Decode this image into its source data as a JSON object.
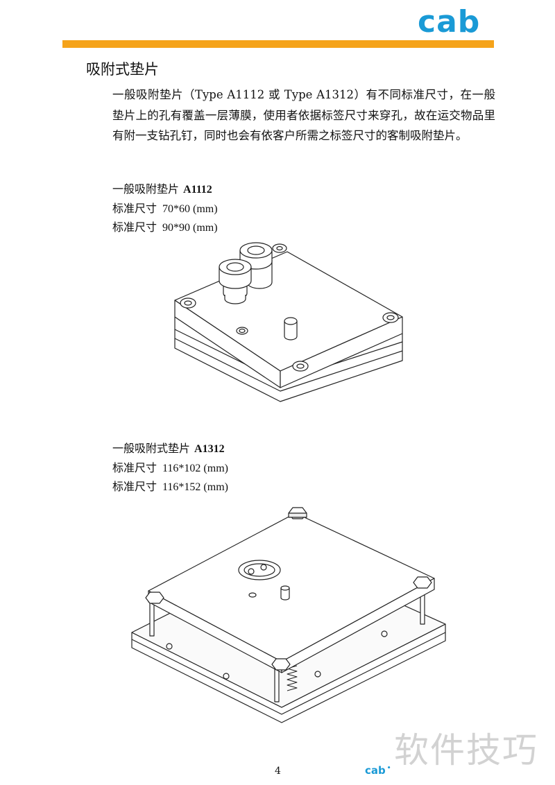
{
  "header": {
    "logo_text": "cab",
    "logo_color": "#1a9ad6",
    "rule_color": "#f5a31a"
  },
  "section": {
    "title": "吸附式垫片",
    "intro": "一般吸附垫片（Type A1112 或 Type A1312）有不同标准尺寸，在一般垫片上的孔有覆盖一层薄膜，使用者依据标签尺寸来穿孔，故在运交物品里有附一支钻孔钉，同时也会有依客户所需之标签尺寸的客制吸附垫片。"
  },
  "products": [
    {
      "name": "一般吸附垫片",
      "model": "A1112",
      "sizes": [
        {
          "label": "标准尺寸",
          "value": "70*60 (mm)"
        },
        {
          "label": "标准尺寸",
          "value": "90*90 (mm)"
        }
      ]
    },
    {
      "name": "一般吸附式垫片",
      "model": "A1312",
      "sizes": [
        {
          "label": "标准尺寸",
          "value": "116*102 (mm)"
        },
        {
          "label": "标准尺寸",
          "value": "116*152 (mm)"
        }
      ]
    }
  ],
  "footer": {
    "page_number": "4",
    "logo_text": "cab",
    "dot": "•"
  },
  "watermark": "软件技巧"
}
